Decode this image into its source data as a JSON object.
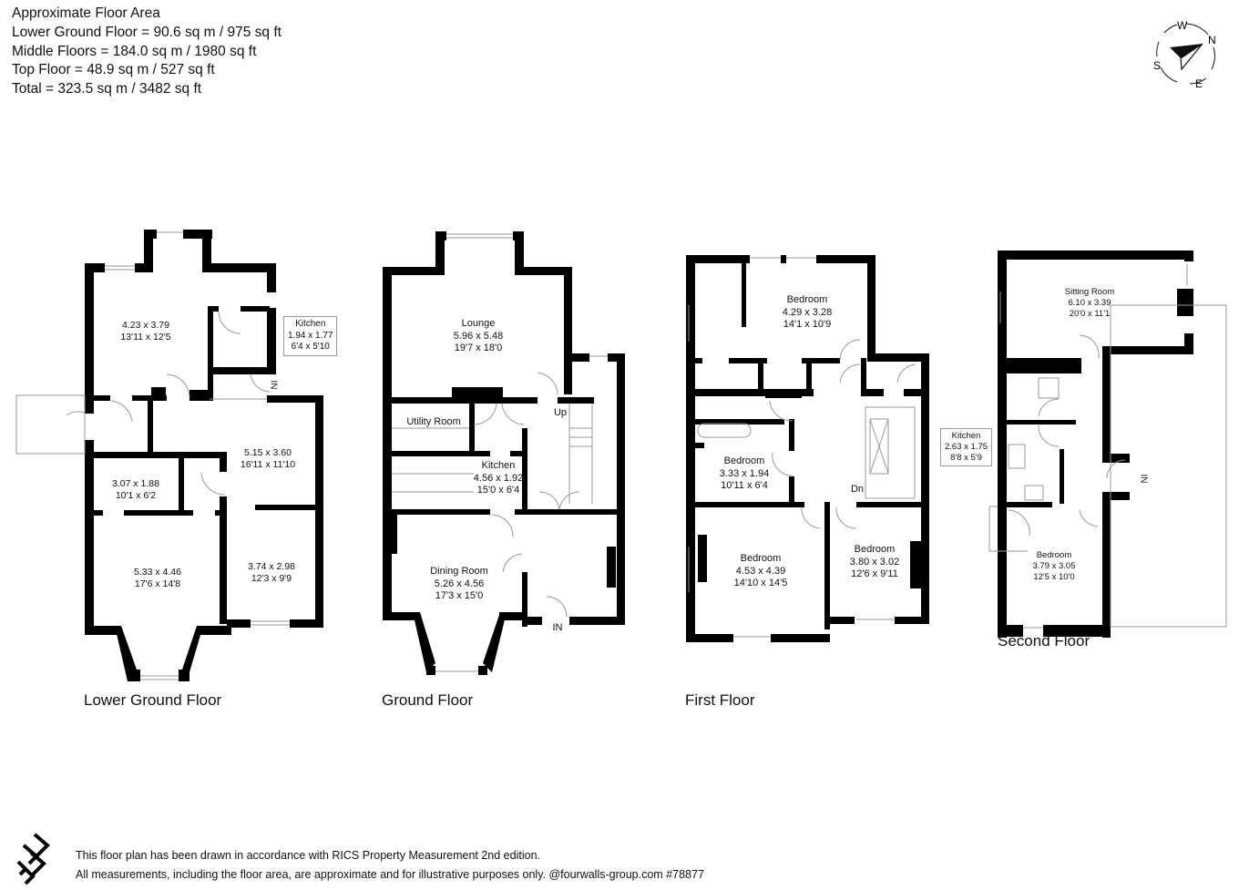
{
  "floor_area": {
    "heading": "Approximate Floor Area",
    "lines": [
      "Lower Ground Floor = 90.6 sq m / 975 sq ft",
      "Middle Floors = 184.0 sq m / 1980 sq ft",
      "Top Floor = 48.9 sq m / 527 sq ft",
      "Total = 323.5 sq m / 3482 sq ft"
    ]
  },
  "compass": {
    "n": "N",
    "e": "E",
    "s": "S",
    "w": "W"
  },
  "floors": {
    "lower_ground": {
      "title": "Lower Ground Floor",
      "rooms": [
        {
          "name": "",
          "metric": "4.23 x 3.79",
          "imperial": "13'11 x 12'5"
        },
        {
          "name": "Kitchen",
          "metric": "1.94 x 1.77",
          "imperial": "6'4 x 5'10"
        },
        {
          "name": "",
          "metric": "5.15 x 3.60",
          "imperial": "16'11 x 11'10"
        },
        {
          "name": "",
          "metric": "3.07 x 1.88",
          "imperial": "10'1 x 6'2"
        },
        {
          "name": "",
          "metric": "5.33 x 4.46",
          "imperial": "17'6 x 14'8"
        },
        {
          "name": "",
          "metric": "3.74 x 2.98",
          "imperial": "12'3 x 9'9"
        }
      ],
      "entrance": "IN"
    },
    "ground": {
      "title": "Ground Floor",
      "rooms": [
        {
          "name": "Lounge",
          "metric": "5.96 x 5.48",
          "imperial": "19'7 x 18'0"
        },
        {
          "name": "Utility Room",
          "metric": "",
          "imperial": ""
        },
        {
          "name": "Kitchen",
          "metric": "4.56 x 1.92",
          "imperial": "15'0 x 6'4"
        },
        {
          "name": "Dining Room",
          "metric": "5.26 x 4.56",
          "imperial": "17'3 x 15'0"
        }
      ],
      "stairs": "Up",
      "entrance": "IN"
    },
    "first": {
      "title": "First Floor",
      "rooms": [
        {
          "name": "Bedroom",
          "metric": "4.29 x 3.28",
          "imperial": "14'1 x 10'9"
        },
        {
          "name": "Bedroom",
          "metric": "3.33 x 1.94",
          "imperial": "10'11 x 6'4"
        },
        {
          "name": "Bedroom",
          "metric": "4.53 x 4.39",
          "imperial": "14'10 x 14'5"
        },
        {
          "name": "Bedroom",
          "metric": "3.80 x 3.02",
          "imperial": "12'6 x 9'11"
        }
      ],
      "stairs": "Dn"
    },
    "second": {
      "title": "Second Floor",
      "rooms": [
        {
          "name": "Sitting Room",
          "metric": "6.10 x 3.39",
          "imperial": "20'0 x 11'1"
        },
        {
          "name": "Kitchen",
          "metric": "2.63 x 1.75",
          "imperial": "8'8 x 5'9"
        },
        {
          "name": "Bedroom",
          "metric": "3.79 x 3.05",
          "imperial": "12'5 x 10'0"
        }
      ],
      "entrance": "IN"
    }
  },
  "footer": {
    "line1": "This floor plan has been drawn in accordance with RICS Property Measurement 2nd edition.",
    "line2": "All measurements, including the floor area, are approximate and for illustrative purposes only. @fourwalls-group.com #78877"
  }
}
